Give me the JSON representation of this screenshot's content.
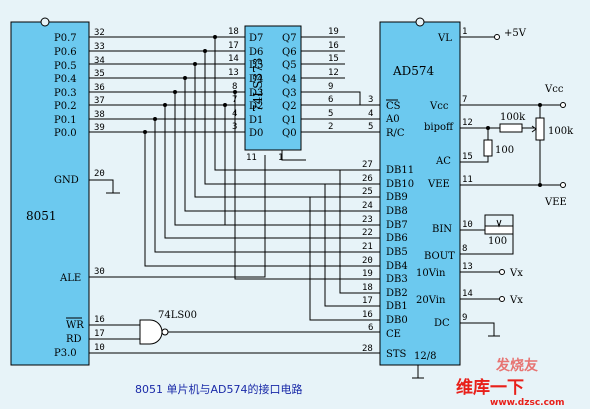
{
  "chips": {
    "mcu": {
      "name": "8051",
      "pins_left": [
        "P0.7",
        "P0.6",
        "P0.5",
        "P0.4",
        "P0.3",
        "P0.2",
        "P0.1",
        "P0.0",
        "GND",
        "ALE",
        "WR",
        "RD",
        "P3.0"
      ],
      "port_pin_numbers": [
        "32",
        "33",
        "34",
        "35",
        "36",
        "37",
        "38",
        "39"
      ],
      "gnd_pin": "20",
      "ale_pin": "30",
      "wr_pin": "16",
      "rd_pin": "17",
      "p30_pin": "10"
    },
    "latch": {
      "name": "74LS373",
      "d_labels": [
        "D7",
        "D6",
        "D5",
        "D4",
        "D3",
        "D2",
        "D1",
        "D0"
      ],
      "d_pins": [
        "18",
        "17",
        "14",
        "13",
        "8",
        "7",
        "4",
        "3"
      ],
      "q_labels": [
        "Q7",
        "Q6",
        "Q5",
        "Q4",
        "Q3",
        "Q2",
        "Q1",
        "Q0"
      ],
      "q_pins": [
        "19",
        "16",
        "15",
        "12",
        "9",
        "6",
        "5",
        "2"
      ],
      "bottom_pins": [
        "11",
        "1"
      ]
    },
    "nand": {
      "name": "74LS00"
    },
    "adc": {
      "name": "AD574",
      "left_labels": [
        "CS",
        "A0",
        "R/C",
        "DB11",
        "DB10",
        "DB9",
        "DB8",
        "DB7",
        "DB6",
        "DB5",
        "DB4",
        "DB3",
        "DB2",
        "DB1",
        "DB0",
        "CE",
        "STS"
      ],
      "left_pins": [
        "3",
        "4",
        "5",
        "27",
        "26",
        "25",
        "24",
        "23",
        "22",
        "21",
        "20",
        "19",
        "18",
        "17",
        "16",
        "6",
        "28"
      ],
      "right_labels": [
        "VL",
        "Vcc",
        "bipoff",
        "AC",
        "VEE",
        "BIN",
        "BOUT",
        "10Vin",
        "20Vin",
        "DC"
      ],
      "right_pins": [
        "1",
        "7",
        "12",
        "15",
        "11",
        "10",
        "8",
        "13",
        "14",
        "9"
      ],
      "bottom_label": "12/8"
    }
  },
  "labels": {
    "plus5v": "+5V",
    "vcc": "Vcc",
    "vee": "VEE",
    "r1": "100k",
    "r2": "100k",
    "r3": "100",
    "r4": "100",
    "vx1": "Vx",
    "vx2": "Vx"
  },
  "caption": "8051  单片机与AD574的接口电路",
  "watermark": {
    "top": "维库一下",
    "url": "www.dzsc.com",
    "corner": "发烧友"
  },
  "colors": {
    "background": "#e7f3f8",
    "chip": "#6cc9ef",
    "caption": "#1a2aa8",
    "watermark": "#e8201a"
  }
}
